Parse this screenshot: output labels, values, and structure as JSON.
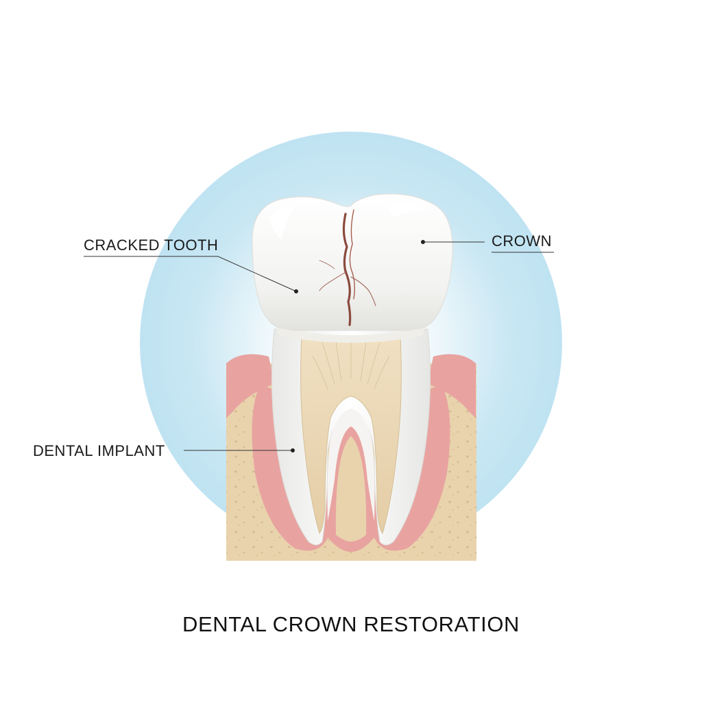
{
  "diagram": {
    "title": "DENTAL CROWN RESTORATION",
    "labels": {
      "cracked_tooth": "CRACKED TOOTH",
      "crown": "CROWN",
      "dental_implant": "DENTAL IMPLANT"
    }
  },
  "colors": {
    "halo": "#bfe3f2",
    "gum": "#e8a3a0",
    "bone": "#e9d3ad",
    "enamel": "#f6f6f4",
    "dentin": "#e7d2ad",
    "pulp": "#f2b1b1",
    "crack": "#8a4a3e"
  }
}
